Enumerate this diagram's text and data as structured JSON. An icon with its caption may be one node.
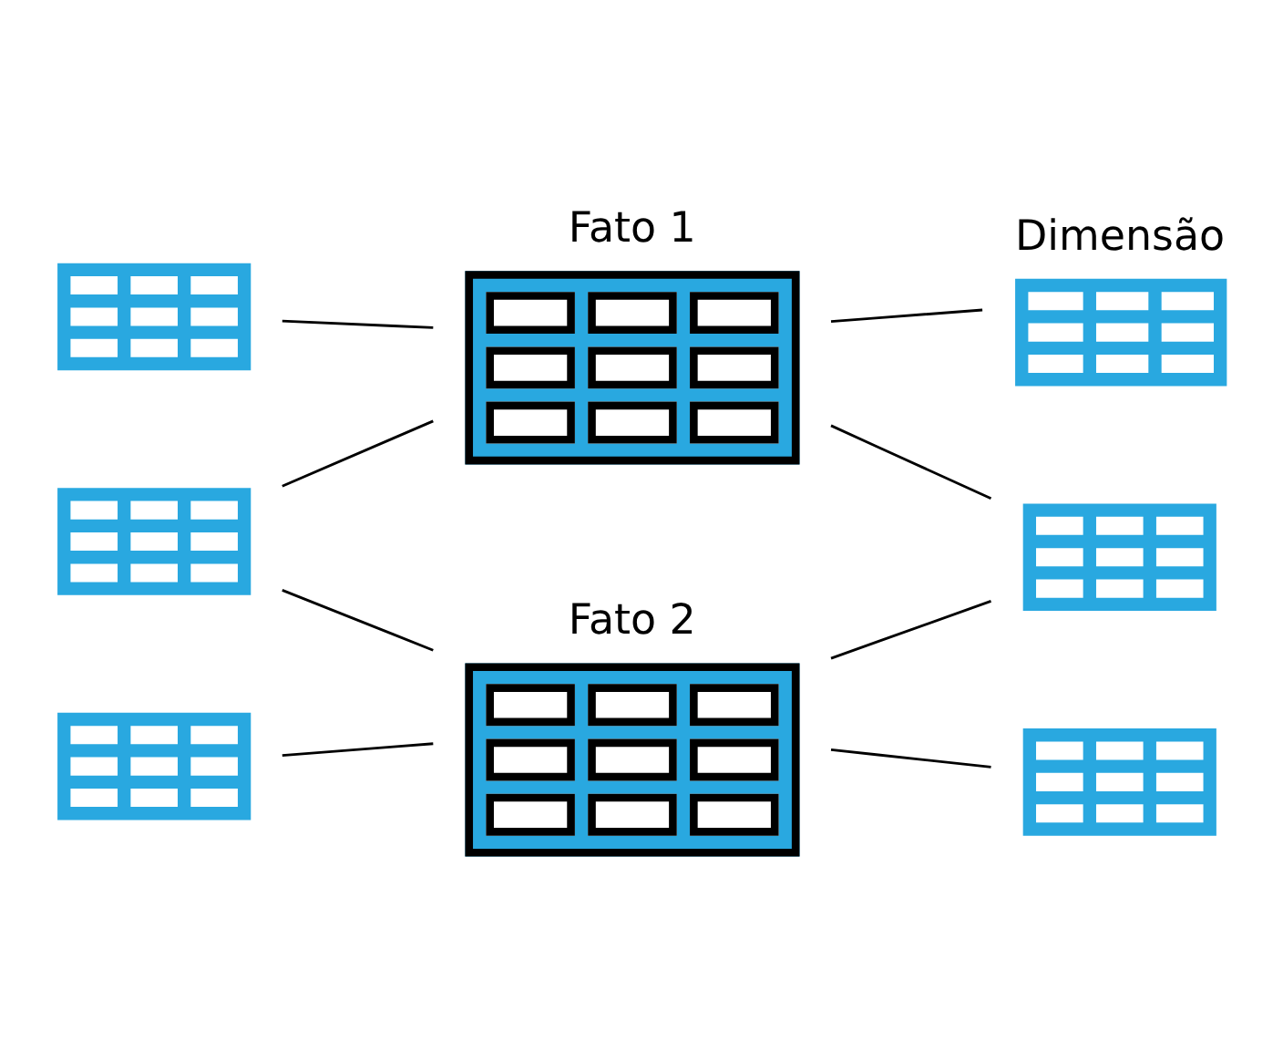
{
  "diagram": {
    "nodes": [
      {
        "text": [],
        "shape": "box"
      },
      {
        "text": [
          "Dimensão"
        ]
      },
      {
        "text": [
          "Fato 1"
        ]
      },
      {
        "text": [],
        "shape": "box"
      },
      {
        "text": [],
        "shape": "box"
      },
      {
        "text": [
          "Fato 2"
        ]
      },
      {
        "text": [],
        "shape": "box"
      },
      {
        "text": [],
        "shape": "box"
      }
    ],
    "edges": [
      {
        "from": 0,
        "to": 2,
        "arrow": "none"
      },
      {
        "from": 2,
        "to": 1,
        "arrow": "none"
      },
      {
        "from": 3,
        "to": 2,
        "arrow": "none"
      },
      {
        "from": 2,
        "to": 4,
        "arrow": "none"
      },
      {
        "from": 3,
        "to": 5,
        "arrow": "none"
      },
      {
        "from": 5,
        "to": 4,
        "arrow": "none"
      },
      {
        "from": 6,
        "to": 5,
        "arrow": "none"
      },
      {
        "from": 5,
        "to": 7,
        "arrow": "none"
      }
    ]
  }
}
